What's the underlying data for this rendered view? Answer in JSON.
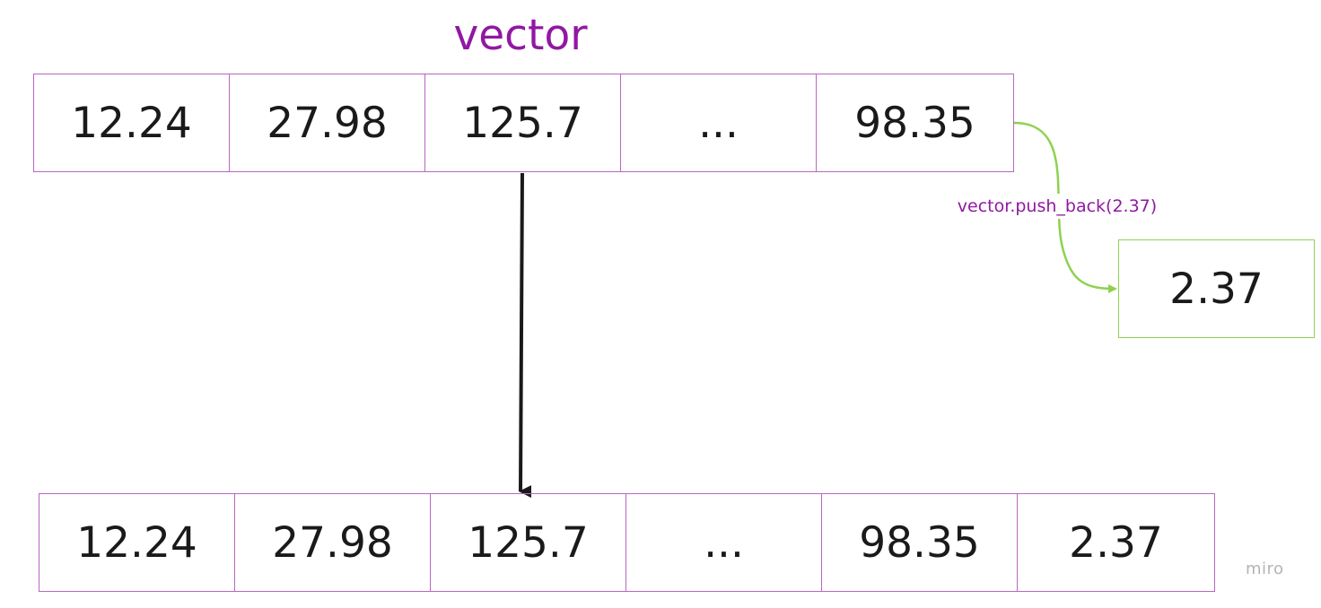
{
  "title": "vector",
  "original_vector": {
    "cells": [
      "12.24",
      "27.98",
      "125.7",
      "...",
      "98.35"
    ]
  },
  "operation": {
    "label": "vector.push_back(2.37)",
    "new_value": "2.37"
  },
  "result_vector": {
    "cells": [
      "12.24",
      "27.98",
      "125.7",
      "...",
      "98.35",
      "2.37"
    ]
  },
  "watermark": "miro",
  "colors": {
    "title": "#9118a3",
    "cell_border": "#b767c1",
    "push_arrow": "#8fd14f",
    "main_arrow": "#1a1a1a"
  }
}
